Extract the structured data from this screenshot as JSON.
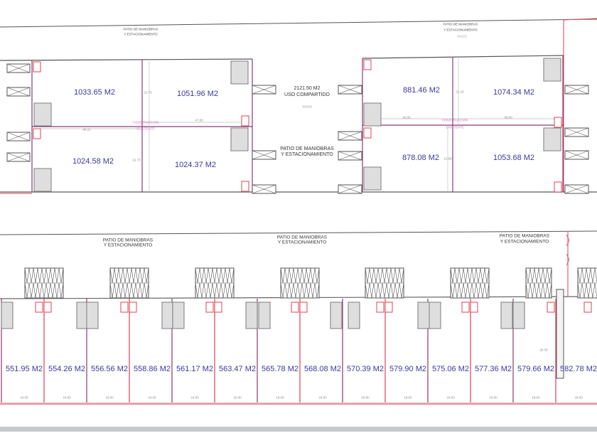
{
  "top_block": {
    "patio_label_1": "PATIO DE MANIOBRAS",
    "patio_label_1b": "Y ESTACIONAMIENTO",
    "patio_label_2": "PATIO DE MANIOBRAS",
    "patio_label_2b": "Y ESTACIONAMIENTO",
    "vacio_top": "VACIO",
    "units": [
      "1033.65 M2",
      "1051.96 M2",
      "1024.58 M2",
      "1024.37 M2",
      "881.46 M2",
      "1074.34 M2",
      "878.08 M2",
      "1053.68 M2"
    ],
    "shared_area": "2121.50 M2",
    "shared_use": "USO COMPARTIDO",
    "shared_vacio": "VACIO",
    "shared_patio": "PATIO DE MANIOBRAS",
    "shared_patio_b": "Y ESTACIONAMIENTO",
    "construction_1": "CONSTRUCCION",
    "construction_1b": "EXISTENTE",
    "construction_2": "CONSTRUCCION",
    "construction_2b": "EXISTENTE",
    "dims": [
      "21.70",
      "47.80",
      "48.22",
      "21.70",
      "21.19",
      "42.00",
      "48.00",
      "21.90"
    ]
  },
  "bottom_block": {
    "patio_labels": [
      "PATIO DE MANIOBRAS",
      "Y ESTACIONAMIENTO",
      "PATIO DE MANIOBRAS",
      "Y ESTACIONAMIENTO",
      "PATIO DE MANIOBRAS",
      "Y ESTACIONAMIENTO"
    ],
    "units": [
      "551.95 M2",
      "554.26 M2",
      "556.56 M2",
      "558.86 M2",
      "561.17 M2",
      "563.47 M2",
      "565.78 M2",
      "568.08 M2",
      "570.39 M2",
      "579.90 M2",
      "575.06 M2",
      "577.36 M2",
      "579.66 M2",
      "582.78 M2"
    ],
    "unit_width_dim": "18.00",
    "depth_dim": "26.30"
  },
  "colors": {
    "area_text": "#3a3a9a",
    "wall": "#8a3a7a",
    "property_line": "#e04050",
    "band": "#c6c8cb"
  }
}
